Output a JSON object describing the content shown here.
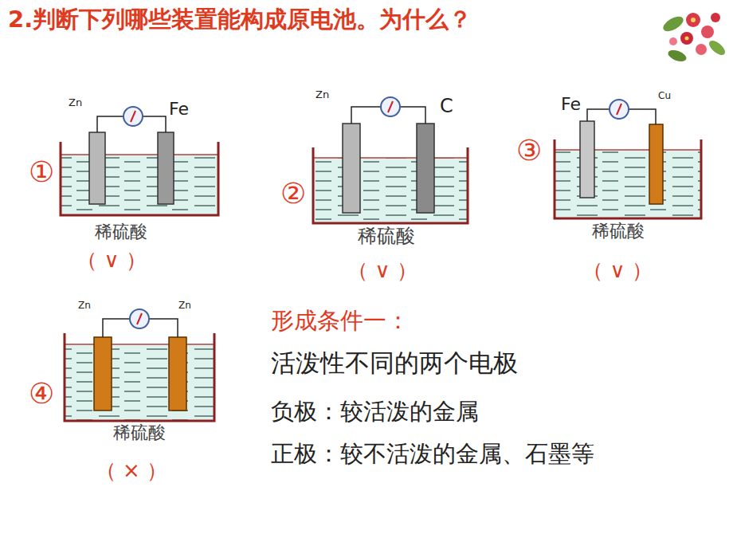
{
  "diagram": {
    "title": "2.判断下列哪些装置能构成原电池。为什么？",
    "labels": [
      "Zn",
      "Fe",
      "①",
      "稀硫酸",
      "（ ∨ ）",
      "Zn",
      "C",
      "②",
      "稀硫酸",
      "（ ∨ ）",
      "Fe",
      "Cu",
      "③",
      "稀硫酸",
      "（ ∨ ）",
      "Zn",
      "Zn",
      "④",
      "稀硫酸",
      "（ × ）",
      "形成条件一：",
      "活泼性不同的两个电极",
      "负极：较活泼的金属",
      "正极：较不活泼的金属、石墨等"
    ]
  }
}
